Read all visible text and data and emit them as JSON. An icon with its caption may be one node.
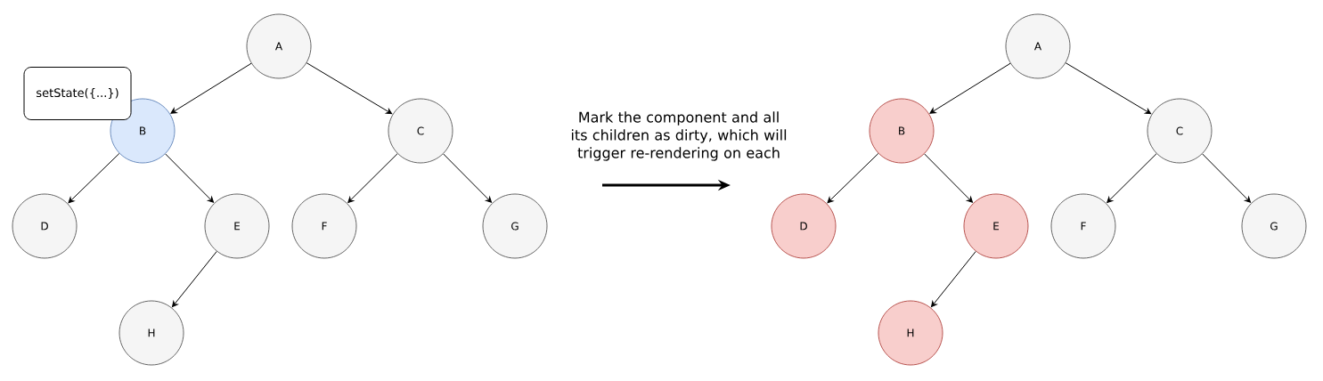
{
  "diagram": {
    "nodes": [
      {
        "text": [
          "A"
        ]
      },
      {
        "text": [
          "B"
        ]
      },
      {
        "text": [
          "C"
        ]
      },
      {
        "text": [
          "D"
        ]
      },
      {
        "text": [
          "E"
        ]
      },
      {
        "text": [
          "F"
        ]
      },
      {
        "text": [
          "G"
        ]
      },
      {
        "text": [
          "H"
        ]
      },
      {
        "text": [
          "setState({...})"
        ]
      },
      {
        "text": [
          "A"
        ]
      },
      {
        "text": [
          "B"
        ]
      },
      {
        "text": [
          "C"
        ]
      },
      {
        "text": [
          "D"
        ]
      },
      {
        "text": [
          "E"
        ]
      },
      {
        "text": [
          "F"
        ]
      },
      {
        "text": [
          "G"
        ]
      },
      {
        "text": [
          "H"
        ]
      }
    ],
    "edges": [
      {
        "from": 0,
        "to": 1,
        "arrow": "to"
      },
      {
        "from": 0,
        "to": 2,
        "arrow": "to"
      },
      {
        "from": 1,
        "to": 3,
        "arrow": "to"
      },
      {
        "from": 1,
        "to": 4,
        "arrow": "to"
      },
      {
        "from": 2,
        "to": 5,
        "arrow": "to"
      },
      {
        "from": 2,
        "to": 6,
        "arrow": "to"
      },
      {
        "from": 4,
        "to": 7,
        "arrow": "to"
      },
      {
        "from": 9,
        "to": 10,
        "arrow": "to"
      },
      {
        "from": 9,
        "to": 11,
        "arrow": "to"
      },
      {
        "from": 10,
        "to": 12,
        "arrow": "to"
      },
      {
        "from": 10,
        "to": 13,
        "arrow": "to"
      },
      {
        "from": 11,
        "to": 14,
        "arrow": "to"
      },
      {
        "from": 11,
        "to": 15,
        "arrow": "to"
      },
      {
        "from": 13,
        "to": 16,
        "arrow": "to"
      }
    ],
    "labels": [
      "Mark the component and all its children as dirty, which will trigger re-rendering on each"
    ]
  }
}
